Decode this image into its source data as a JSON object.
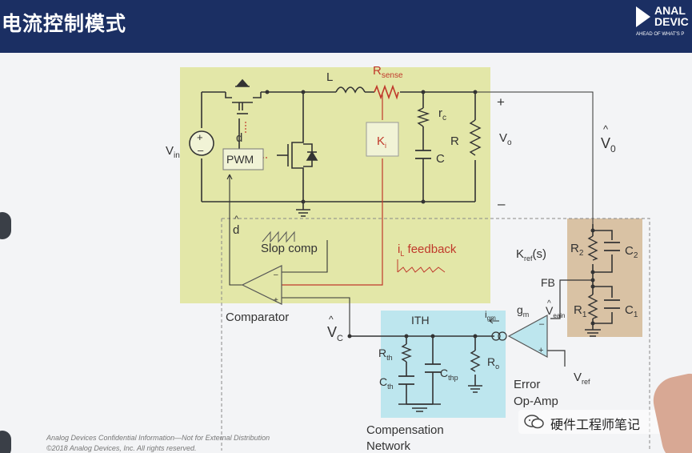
{
  "header": {
    "title": "电流控制模式",
    "logo_line1": "ANAL",
    "logo_line2": "DEVIC",
    "logo_tagline": "AHEAD OF WHAT'S P"
  },
  "diagram": {
    "L": "L",
    "Rsense": "R",
    "Rsense_sub": "sense",
    "Ki": "K",
    "Ki_sub": "i",
    "rc": "r",
    "rc_sub": "c",
    "C": "C",
    "R": "R",
    "plus": "+",
    "minus": "–",
    "Vo": "V",
    "Vo_sub": "o",
    "Vo_hat": "V",
    "Vo_hat_sub": "0",
    "Vin": "V",
    "Vin_sub": "in",
    "d": "d",
    "pwm": "PWM",
    "d_hat": "d",
    "slop_comp": "Slop comp",
    "il_feedback_i": "i",
    "il_feedback_sub": "L",
    "il_feedback_text": " feedback",
    "kref": "K",
    "kref_sub": "ref",
    "kref_s": "(s)",
    "R2": "R",
    "R2_sub": "2",
    "C2": "C",
    "C2_sub": "2",
    "R1": "R",
    "R1_sub": "1",
    "C1": "C",
    "C1_sub": "1",
    "FB": "FB",
    "comparator": "Comparator",
    "vc": "V",
    "vc_sub": "C",
    "ith": "ITH",
    "igm": "i",
    "igm_sub": "gm",
    "gm": "g",
    "gm_sub": "m",
    "veain": "V",
    "veain_sub": "eain",
    "rth": "R",
    "rth_sub": "th",
    "cth": "C",
    "cth_sub": "th",
    "cthp": "C",
    "cthp_sub": "thp",
    "ro": "R",
    "ro_sub": "o",
    "vref": "V",
    "vref_sub": "ref",
    "error_line1": "Error",
    "error_line2": "Op-Amp",
    "comp_line1": "Compensation",
    "comp_line2": "Network",
    "op_plus": "+",
    "op_minus": "–"
  },
  "footer": {
    "line1": "Analog Devices Confidential Information—Not for External Distribution",
    "line2": "©2018 Analog Devices, Inc. All rights reserved."
  },
  "watermark": {
    "text": "硬件工程师笔记"
  },
  "colors": {
    "header_bg": "#1b2f63",
    "power_stage_bg": "#e3e7a8",
    "compensation_bg": "#bde6ee",
    "divider_bg": "#d9c2a4",
    "wire_red": "#c0392b"
  }
}
